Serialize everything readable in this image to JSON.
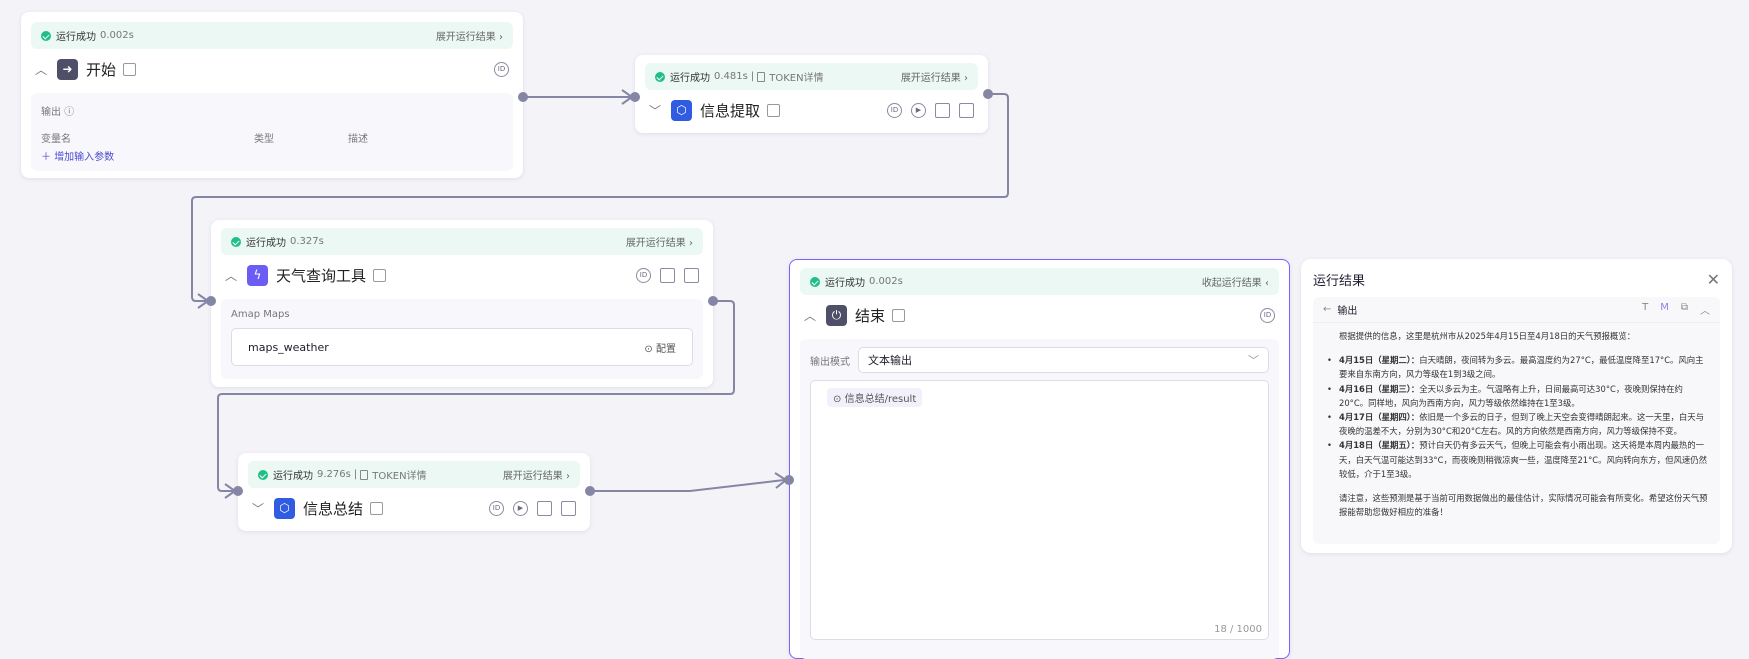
{
  "nodes": {
    "start": {
      "status": "运行成功",
      "time": "0.002s",
      "expand": "展开运行结果",
      "title": "开始",
      "output_label": "输出",
      "col_name": "变量名",
      "col_type": "类型",
      "col_desc": "描述",
      "add_param": "增加输入参数"
    },
    "extract": {
      "status": "运行成功",
      "time": "0.481s",
      "token": "TOKEN详情",
      "expand": "展开运行结果",
      "title": "信息提取"
    },
    "weather": {
      "status": "运行成功",
      "time": "0.327s",
      "expand": "展开运行结果",
      "title": "天气查询工具",
      "provider": "Amap Maps",
      "tool": "maps_weather",
      "config": "配置"
    },
    "summary": {
      "status": "运行成功",
      "time": "9.276s",
      "token": "TOKEN详情",
      "expand": "展开运行结果",
      "title": "信息总结"
    },
    "end": {
      "status": "运行成功",
      "time": "0.002s",
      "collapse": "收起运行结果",
      "title": "结束",
      "mode_label": "输出模式",
      "mode_value": "文本输出",
      "var_tag": "信息总结/result",
      "counter": "18 / 1000"
    }
  },
  "result_panel": {
    "title": "运行结果",
    "section": "输出",
    "btn_t": "T",
    "btn_m": "M",
    "intro": "根据提供的信息，这里是杭州市从2025年4月15日至4月18日的天气预报概览：",
    "items": [
      {
        "date": "4月15日（星期二）：",
        "text": "白天晴朗，夜间转为多云。最高温度约为27°C，最低温度降至17°C。风向主要来自东南方向，风力等级在1到3级之间。"
      },
      {
        "date": "4月16日（星期三）：",
        "text": "全天以多云为主。气温略有上升，日间最高可达30°C，夜晚则保持在约20°C。同样地，风向为西南方向，风力等级依然维持在1至3级。"
      },
      {
        "date": "4月17日（星期四）：",
        "text": "依旧是一个多云的日子，但到了晚上天空会变得晴朗起来。这一天里，白天与夜晚的温差不大，分别为30°C和20°C左右。风的方向依然是西南方向，风力等级保持不变。"
      },
      {
        "date": "4月18日（星期五）：",
        "text": "预计白天仍有多云天气，但晚上可能会有小雨出现。这天将是本周内最热的一天，白天气温可能达到33°C，而夜晚则稍微凉爽一些，温度降至21°C。风向转向东方，但风速仍然较低，介于1至3级。"
      }
    ],
    "note": "请注意，这些预测是基于当前可用数据做出的最佳估计，实际情况可能会有所变化。希望这份天气预报能帮助您做好相应的准备！"
  },
  "colors": {
    "success": "#1fbf86",
    "accent": "#7b61ff",
    "edge": "#8585a6",
    "llm_icon": "#2f5ce0",
    "tool_icon": "#6a5cf5",
    "start_end_icon": "#4f5068"
  }
}
